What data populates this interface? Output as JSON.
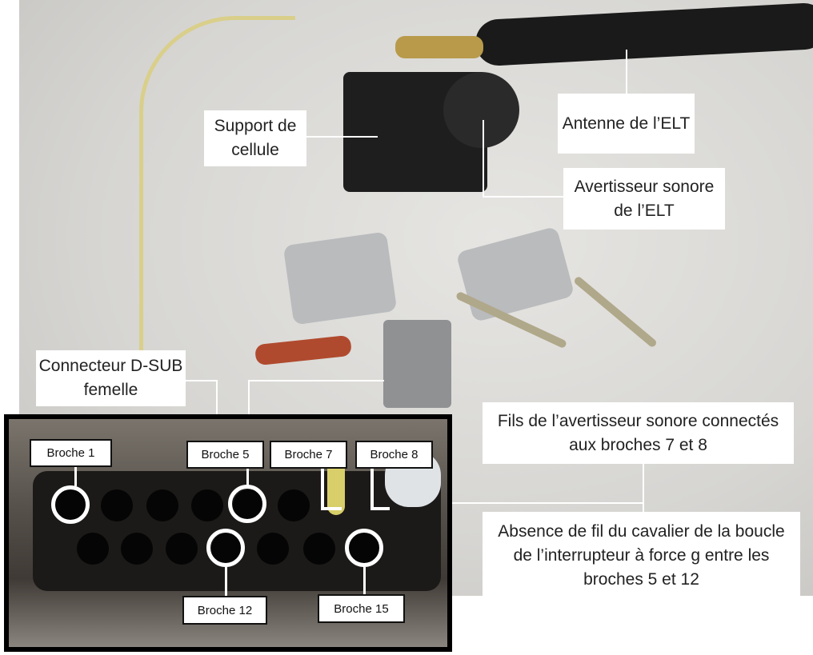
{
  "labels": {
    "support": "Support de cellule",
    "antenna": "Antenne de l’ELT",
    "buzzer": "Avertisseur sonore de l’ELT",
    "connector": "Connecteur D-SUB femelle",
    "wires": "Fils de l’avertisseur sonore connectés aux broches 7 et 8",
    "missing_jumper": "Absence de fil du cavalier de la boucle de l’interrupteur à force g entre les broches 5 et 12"
  },
  "pins": {
    "p1": "Broche 1",
    "p5": "Broche 5",
    "p7": "Broche 7",
    "p8": "Broche 8",
    "p12": "Broche 12",
    "p15": "Broche 15"
  }
}
